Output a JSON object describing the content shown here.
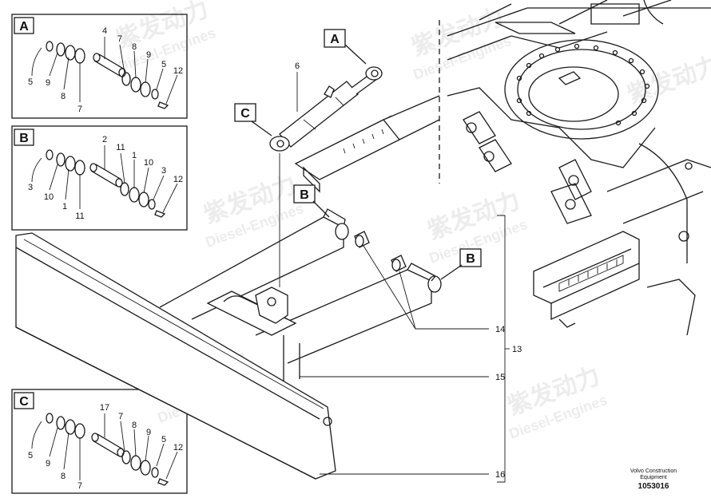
{
  "callouts": {
    "A": "A",
    "B": "B",
    "C": "C"
  },
  "panel_a": {
    "letter": "A",
    "labels": [
      "4",
      "7",
      "8",
      "9",
      "5",
      "12",
      "5",
      "9",
      "8",
      "7"
    ]
  },
  "panel_b": {
    "letter": "B",
    "labels": [
      "2",
      "11",
      "1",
      "10",
      "3",
      "12",
      "3",
      "10",
      "1",
      "11"
    ]
  },
  "panel_c": {
    "letter": "C",
    "labels": [
      "17",
      "7",
      "8",
      "9",
      "5",
      "12",
      "5",
      "9",
      "8",
      "7"
    ]
  },
  "main_labels": {
    "cylinder": "6",
    "bushing": "14",
    "frame": "15",
    "blade": "16",
    "assembly": "13"
  },
  "footer": {
    "line1": "Volvo Construction",
    "line2": "Equipment",
    "number": "1053016"
  },
  "watermark": {
    "cn": "紫发动力",
    "en": "Diesel-Engines"
  }
}
